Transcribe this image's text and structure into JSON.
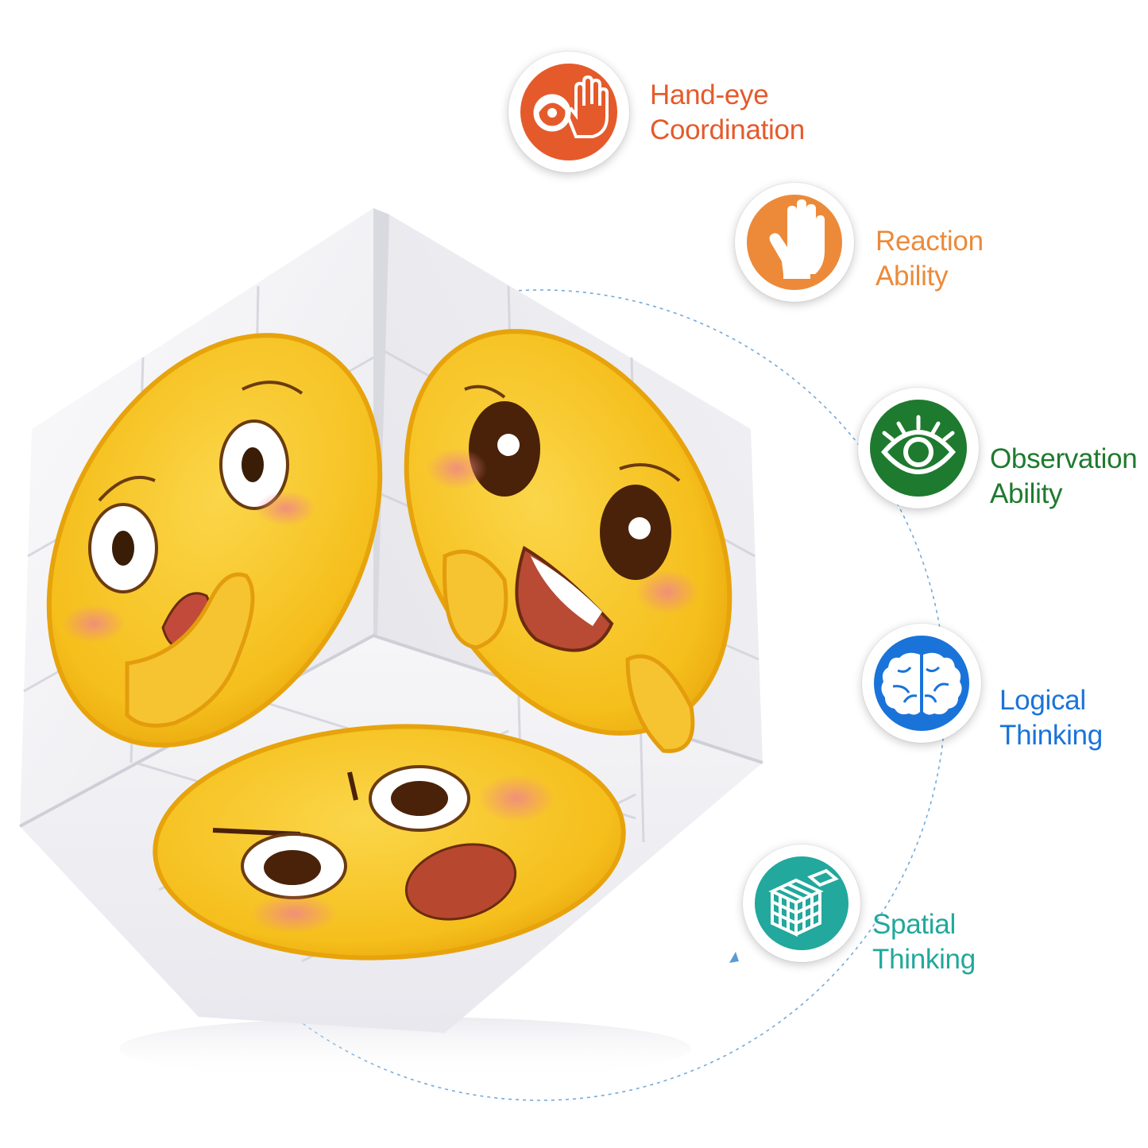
{
  "colors": {
    "background": "#ffffff",
    "cube_face": "#f4f4f6",
    "emoji_fill": "#f7c31e",
    "emoji_outline": "#e9a20c",
    "blush": "#f29a8c",
    "dashed_ring": "#5b9bd5"
  },
  "benefits": [
    {
      "icon": "eye-hand-icon",
      "line1": "Hand-eye",
      "line2": "Coordination",
      "color": "#e55a2b"
    },
    {
      "icon": "hand-icon",
      "line1": "Reaction",
      "line2": "Ability",
      "color": "#ec8a3a"
    },
    {
      "icon": "eye-icon",
      "line1": "Observation",
      "line2": "Ability",
      "color": "#1e7a2e"
    },
    {
      "icon": "brain-icon",
      "line1": "Logical",
      "line2": "Thinking",
      "color": "#1a73d9"
    },
    {
      "icon": "cube-icon",
      "line1": "Spatial",
      "line2": "Thinking",
      "color": "#22a89c"
    }
  ]
}
